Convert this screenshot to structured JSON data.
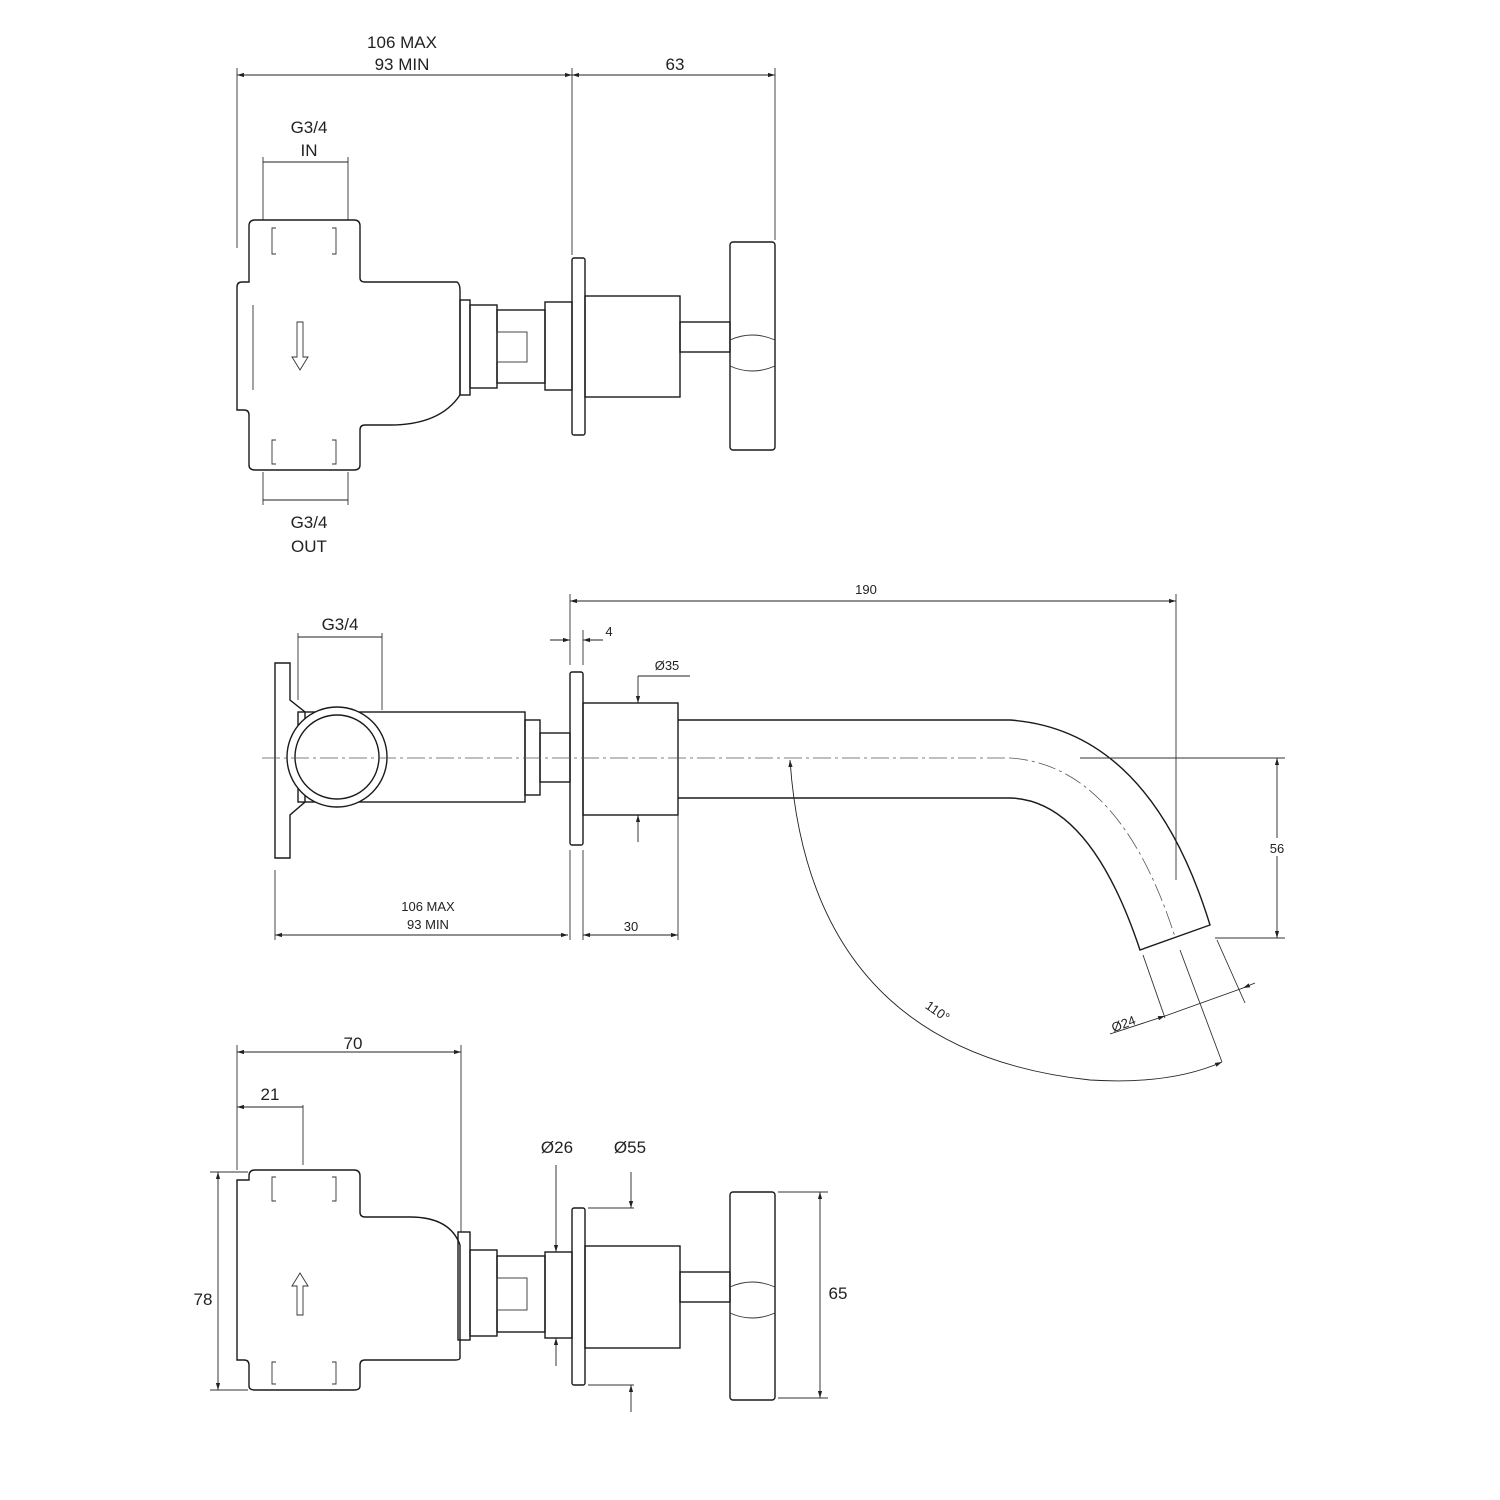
{
  "drawing": {
    "top_view": {
      "overall_dim_line1": "106 MAX",
      "overall_dim_line2": "93 MIN",
      "handle_dim": "63",
      "inlet_size": "G3/4",
      "inlet_label": "IN",
      "outlet_size": "G3/4",
      "outlet_label": "OUT"
    },
    "side_view": {
      "spout_length": "190",
      "flange_thickness": "4",
      "connection_size": "G3/4",
      "escutcheon_diameter": "Ø35",
      "spout_drop": "56",
      "install_dim_line1": "106 MAX",
      "install_dim_line2": "93 MIN",
      "cover_depth": "30",
      "outlet_diameter": "Ø24",
      "spout_angle": "110°"
    },
    "bottom_view": {
      "body_width": "70",
      "inlet_offset": "21",
      "body_height": "78",
      "stem_diameter": "Ø26",
      "flange_diameter": "Ø55",
      "handle_diameter": "65"
    }
  }
}
